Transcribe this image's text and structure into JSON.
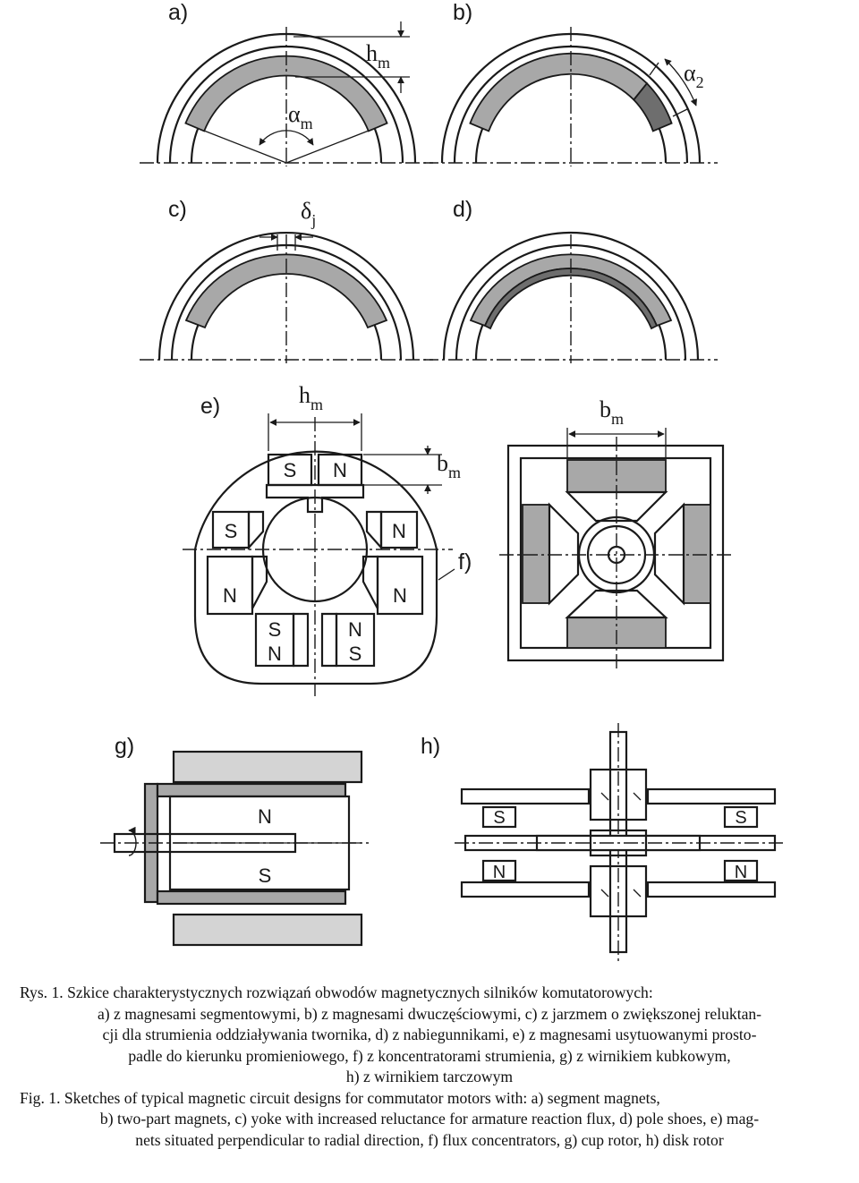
{
  "panels": {
    "a": {
      "label": "a)",
      "h_main": "h",
      "h_sub": "m",
      "alpha_main": "α",
      "alpha_sub": "m"
    },
    "b": {
      "label": "b)",
      "alpha_main": "α",
      "alpha_sub": "2"
    },
    "c": {
      "label": "c)",
      "delta_main": "δ",
      "delta_sub": "j"
    },
    "d": {
      "label": "d)"
    },
    "e": {
      "label": "e)",
      "h_main": "h",
      "h_sub": "m",
      "b_main": "b",
      "b_sub": "m",
      "poles": {
        "top_s": "S",
        "top_n": "N",
        "mid_left_s": "S",
        "mid_right_n": "N",
        "low_left_n": "N",
        "low_right_n": "N",
        "bot_left_top": "S",
        "bot_left_bot": "N",
        "bot_right_top": "N",
        "bot_right_bot": "S"
      }
    },
    "f": {
      "label": "f)",
      "b_main": "b",
      "b_sub": "m"
    },
    "g": {
      "label": "g)",
      "pole_n": "N",
      "pole_s": "S"
    },
    "h": {
      "label": "h)",
      "left_s": "S",
      "right_s": "S",
      "left_n": "N",
      "right_n": "N"
    }
  },
  "caption": {
    "pl_lines": [
      "Rys. 1. Szkice charakterystycznych rozwiązań obwodów magnetycznych silników komutatorowych:",
      "a) z magnesami segmentowymi, b) z magnesami dwuczęściowymi, c) z jarzmem o zwiększonej reluktan-",
      "cji dla strumienia  oddziaływania twornika, d) z nabiegunnikami, e) z magnesami usytuowanymi prosto-",
      "padle do kierunku promieniowego, f) z koncentratorami strumienia, g) z wirnikiem kubkowym,",
      "h) z wirnikiem tarczowym"
    ],
    "en_lines": [
      "Fig. 1. Sketches of typical magnetic circuit designs for commutator motors with: a) segment magnets,",
      "b) two-part magnets, c) yoke with increased reluctance for armature reaction flux, d) pole shoes, e) mag-",
      "nets situated perpendicular to radial direction, f) flux concentrators, g) cup rotor, h) disk rotor"
    ]
  },
  "colors": {
    "magnet_fill": "#a8a8a8",
    "dark_fill": "#6e6e6e",
    "stroke": "#1a1a1a"
  }
}
